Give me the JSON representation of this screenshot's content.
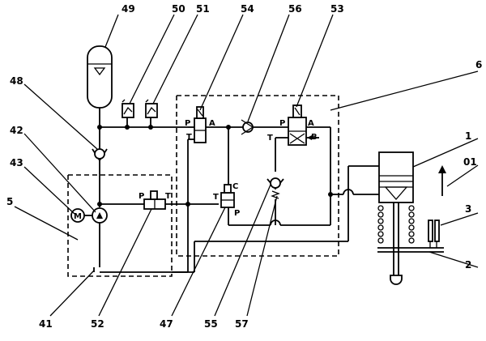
{
  "callouts": {
    "c49": "49",
    "c50": "50",
    "c51": "51",
    "c54": "54",
    "c56": "56",
    "c53": "53",
    "c48": "48",
    "c6": "6",
    "c42": "42",
    "c43": "43",
    "c5": "5",
    "c1": "1",
    "c01": "01",
    "c3": "3",
    "c2": "2",
    "c41": "41",
    "c52": "52",
    "c47": "47",
    "c55": "55",
    "c57": "57"
  },
  "ports": {
    "v54_P": "P",
    "v54_A": "A",
    "v54_T": "T",
    "v53_P": "P",
    "v53_A": "A",
    "v53_T": "T",
    "v53_B": "B",
    "v52_P": "P",
    "v52_T": "T",
    "v47_C": "C",
    "v47_T": "T",
    "v47_P": "P",
    "motor_M": "M"
  }
}
